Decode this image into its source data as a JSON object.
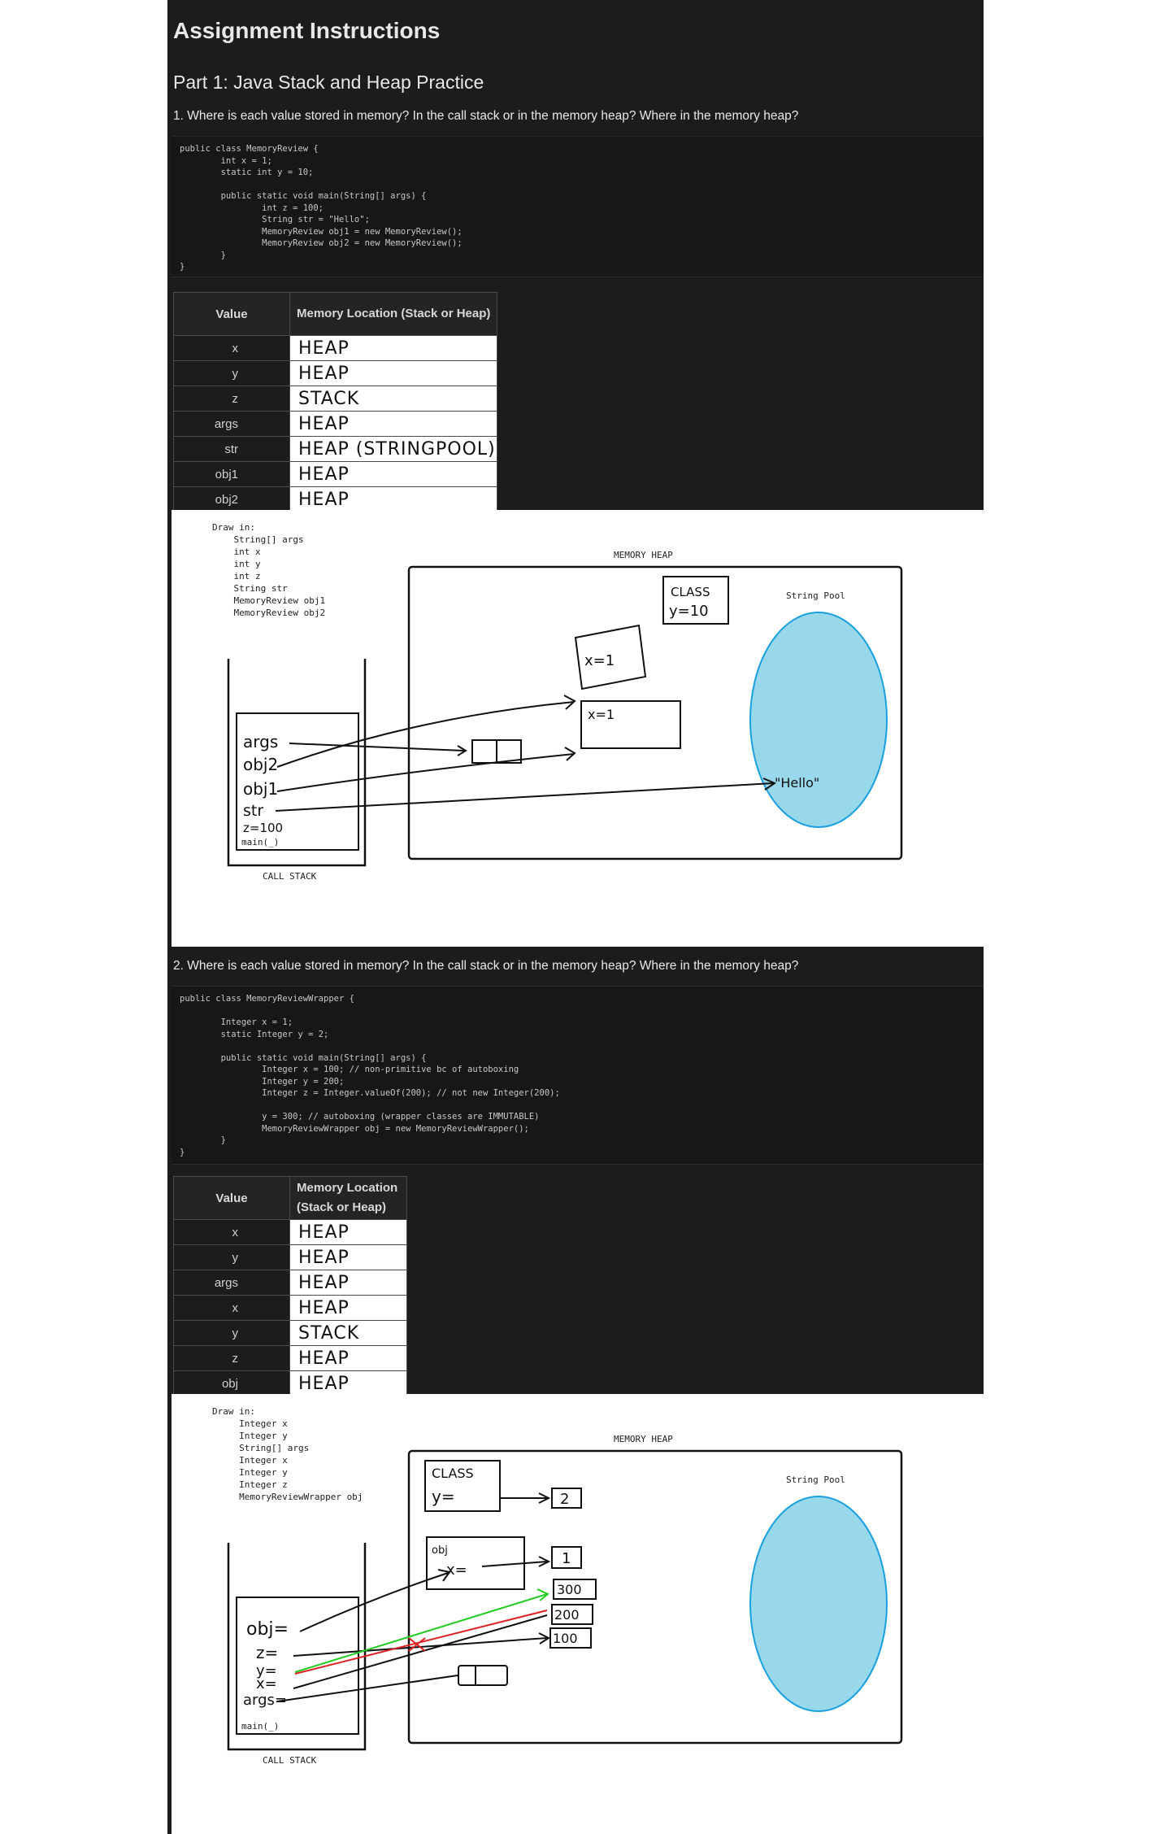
{
  "title": "Assignment Instructions",
  "part_title": "Part 1: Java Stack and Heap Practice",
  "q1": {
    "question": "1. Where is each value stored in memory? In the call stack or in the memory heap? Where in the memory heap?",
    "code": "public class MemoryReview {\n        int x = 1;\n        static int y = 10;\n\n        public static void main(String[] args) {\n                int z = 100;\n                String str = \"Hello\";\n                MemoryReview obj1 = new MemoryReview();\n                MemoryReview obj2 = new MemoryReview();\n        }\n}",
    "table_headers": {
      "value": "Value",
      "location": "Memory Location (Stack or Heap)"
    },
    "rows": [
      {
        "value": "x",
        "location": "HEAP"
      },
      {
        "value": "y",
        "location": "HEAP"
      },
      {
        "value": "z",
        "location": "STACK"
      },
      {
        "value": "args",
        "location": "HEAP"
      },
      {
        "value": "str",
        "location": "HEAP (STRINGPOOL)"
      },
      {
        "value": "obj1",
        "location": "HEAP"
      },
      {
        "value": "obj2",
        "location": "HEAP"
      }
    ],
    "drawing": {
      "draw_in": "Draw in:\n    String[] args\n    int x\n    int y\n    int z\n    String str\n    MemoryReview obj1\n    MemoryReview obj2",
      "heap_label": "MEMORY HEAP",
      "pool_label": "String Pool",
      "stack_label": "CALL STACK",
      "frame_label": "main(_)",
      "stack_vars": [
        "args",
        "obj2",
        "obj1",
        "str",
        "z=100"
      ],
      "class_box": [
        "CLASS",
        "y=10"
      ],
      "obj_box_1": "x=1",
      "obj_box_2": "x=1",
      "pool_value": "\"Hello\""
    }
  },
  "q2": {
    "question": "2. Where is each value stored in memory? In the call stack or in the memory heap? Where in the memory heap?",
    "code": "public class MemoryReviewWrapper {\n\n        Integer x = 1;\n        static Integer y = 2;\n\n        public static void main(String[] args) {\n                Integer x = 100; // non-primitive bc of autoboxing\n                Integer y = 200;\n                Integer z = Integer.valueOf(200); // not new Integer(200);\n\n                y = 300; // autoboxing (wrapper classes are IMMUTABLE)\n                MemoryReviewWrapper obj = new MemoryReviewWrapper();\n        }\n}",
    "table_headers": {
      "value": "Value",
      "location": "Memory Location (Stack or Heap)"
    },
    "rows": [
      {
        "value": "x",
        "location": "HEAP"
      },
      {
        "value": "y",
        "location": "HEAP"
      },
      {
        "value": "args",
        "location": "HEAP"
      },
      {
        "value": "x",
        "location": "HEAP"
      },
      {
        "value": "y",
        "location": "STACK"
      },
      {
        "value": "z",
        "location": "HEAP"
      },
      {
        "value": "obj",
        "location": "HEAP"
      }
    ],
    "drawing": {
      "draw_in": "Draw in:\n     Integer x\n     Integer y\n     String[] args\n     Integer x\n     Integer y\n     Integer z\n     MemoryReviewWrapper obj",
      "heap_label": "MEMORY HEAP",
      "pool_label": "String Pool",
      "stack_label": "CALL STACK",
      "frame_label": "main(_)",
      "stack_vars": [
        "obj=",
        "z=",
        "y=",
        "x=",
        "args="
      ],
      "class_box": [
        "CLASS",
        "y="
      ],
      "obj_box": [
        "obj",
        "x="
      ],
      "values": [
        "2",
        "1",
        "300",
        "200",
        "100"
      ]
    }
  },
  "colors": {
    "page_bg": "#1b1c1d",
    "pool_fill": "#99d8ea",
    "pool_stroke": "#1a9fe0",
    "green_arrow": "#22cc22",
    "red_arrow": "#dd2222"
  }
}
